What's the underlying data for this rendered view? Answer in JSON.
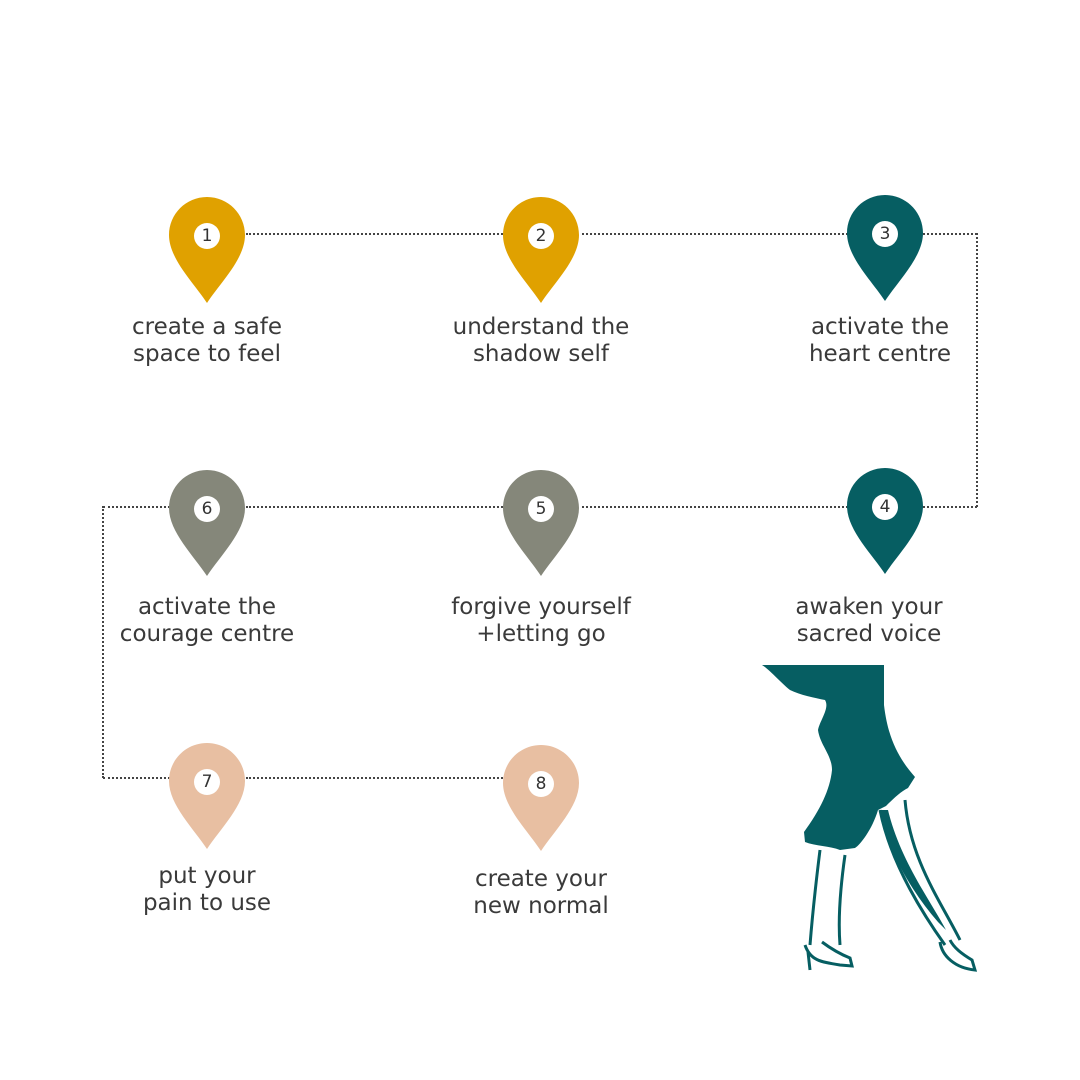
{
  "colors": {
    "gold": "#E0A100",
    "teal": "#065E62",
    "gray": "#85877A",
    "peach": "#E8BFA2"
  },
  "steps": [
    {
      "number": "1",
      "line1": "create a safe",
      "line2": "space to feel"
    },
    {
      "number": "2",
      "line1": "understand the",
      "line2": "shadow self"
    },
    {
      "number": "3",
      "line1": "activate the",
      "line2": "heart centre"
    },
    {
      "number": "4",
      "line1": "awaken your",
      "line2": "sacred voice"
    },
    {
      "number": "5",
      "line1": "forgive yourself",
      "line2": "+letting go"
    },
    {
      "number": "6",
      "line1": "activate the",
      "line2": "courage centre"
    },
    {
      "number": "7",
      "line1": "put your",
      "line2": "pain to use"
    },
    {
      "number": "8",
      "line1": "create your",
      "line2": "new normal"
    }
  ]
}
